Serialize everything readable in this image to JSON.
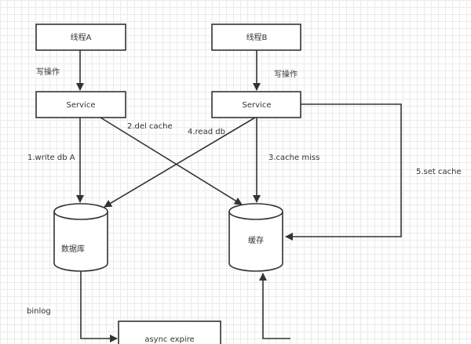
{
  "nodes": {
    "thread_a": "线程A",
    "thread_b": "线程B",
    "service_a": "Service",
    "service_b": "Service",
    "database": "数据库",
    "cache": "缓存",
    "async_expire": "async expire"
  },
  "edge_labels": {
    "write_op_a": "写操作",
    "write_op_b": "写操作",
    "write_db": "1.write db A",
    "del_cache": "2.del cache",
    "cache_miss": "3.cache miss",
    "read_db": "4.read db",
    "set_cache": "5.set cache",
    "binlog": "binlog"
  }
}
